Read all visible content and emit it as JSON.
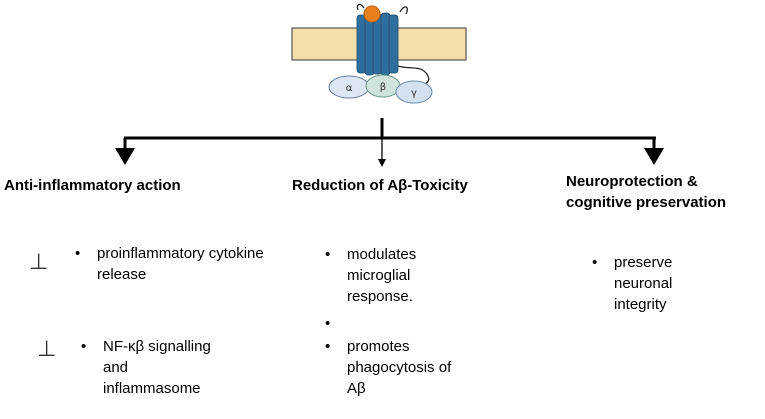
{
  "receptor": {
    "subunits": [
      {
        "label": "α",
        "icon": "g-protein-alpha-subunit"
      },
      {
        "label": "β",
        "icon": "g-protein-beta-subunit"
      },
      {
        "label": "γ",
        "icon": "g-protein-gamma-subunit"
      }
    ],
    "icon": "gpcr-receptor-in-membrane",
    "colors": {
      "membrane": "#f2dfaa",
      "helix": "#2f6f9e",
      "ligand": "#e8801c",
      "subunit": "#d4e2ef"
    }
  },
  "columns": [
    {
      "heading": "Anti-inflammatory action",
      "groups": [
        {
          "inhibitory": true,
          "items": [
            "proinflammatory cytokine release"
          ]
        },
        {
          "inhibitory": true,
          "items": [
            "NF-κβ signalling and inflammasome"
          ]
        }
      ]
    },
    {
      "heading": "Reduction of Aβ-Toxicity",
      "groups": [
        {
          "inhibitory": false,
          "items": [
            "modulates microglial response.",
            "",
            "promotes phagocytosis of Aβ"
          ]
        }
      ]
    },
    {
      "heading": "Neuroprotection & cognitive preservation",
      "groups": [
        {
          "inhibitory": false,
          "items": [
            "preserve neuronal integrity"
          ]
        }
      ]
    }
  ],
  "symbols": {
    "bullet": "•",
    "inhibition": "⊥"
  }
}
